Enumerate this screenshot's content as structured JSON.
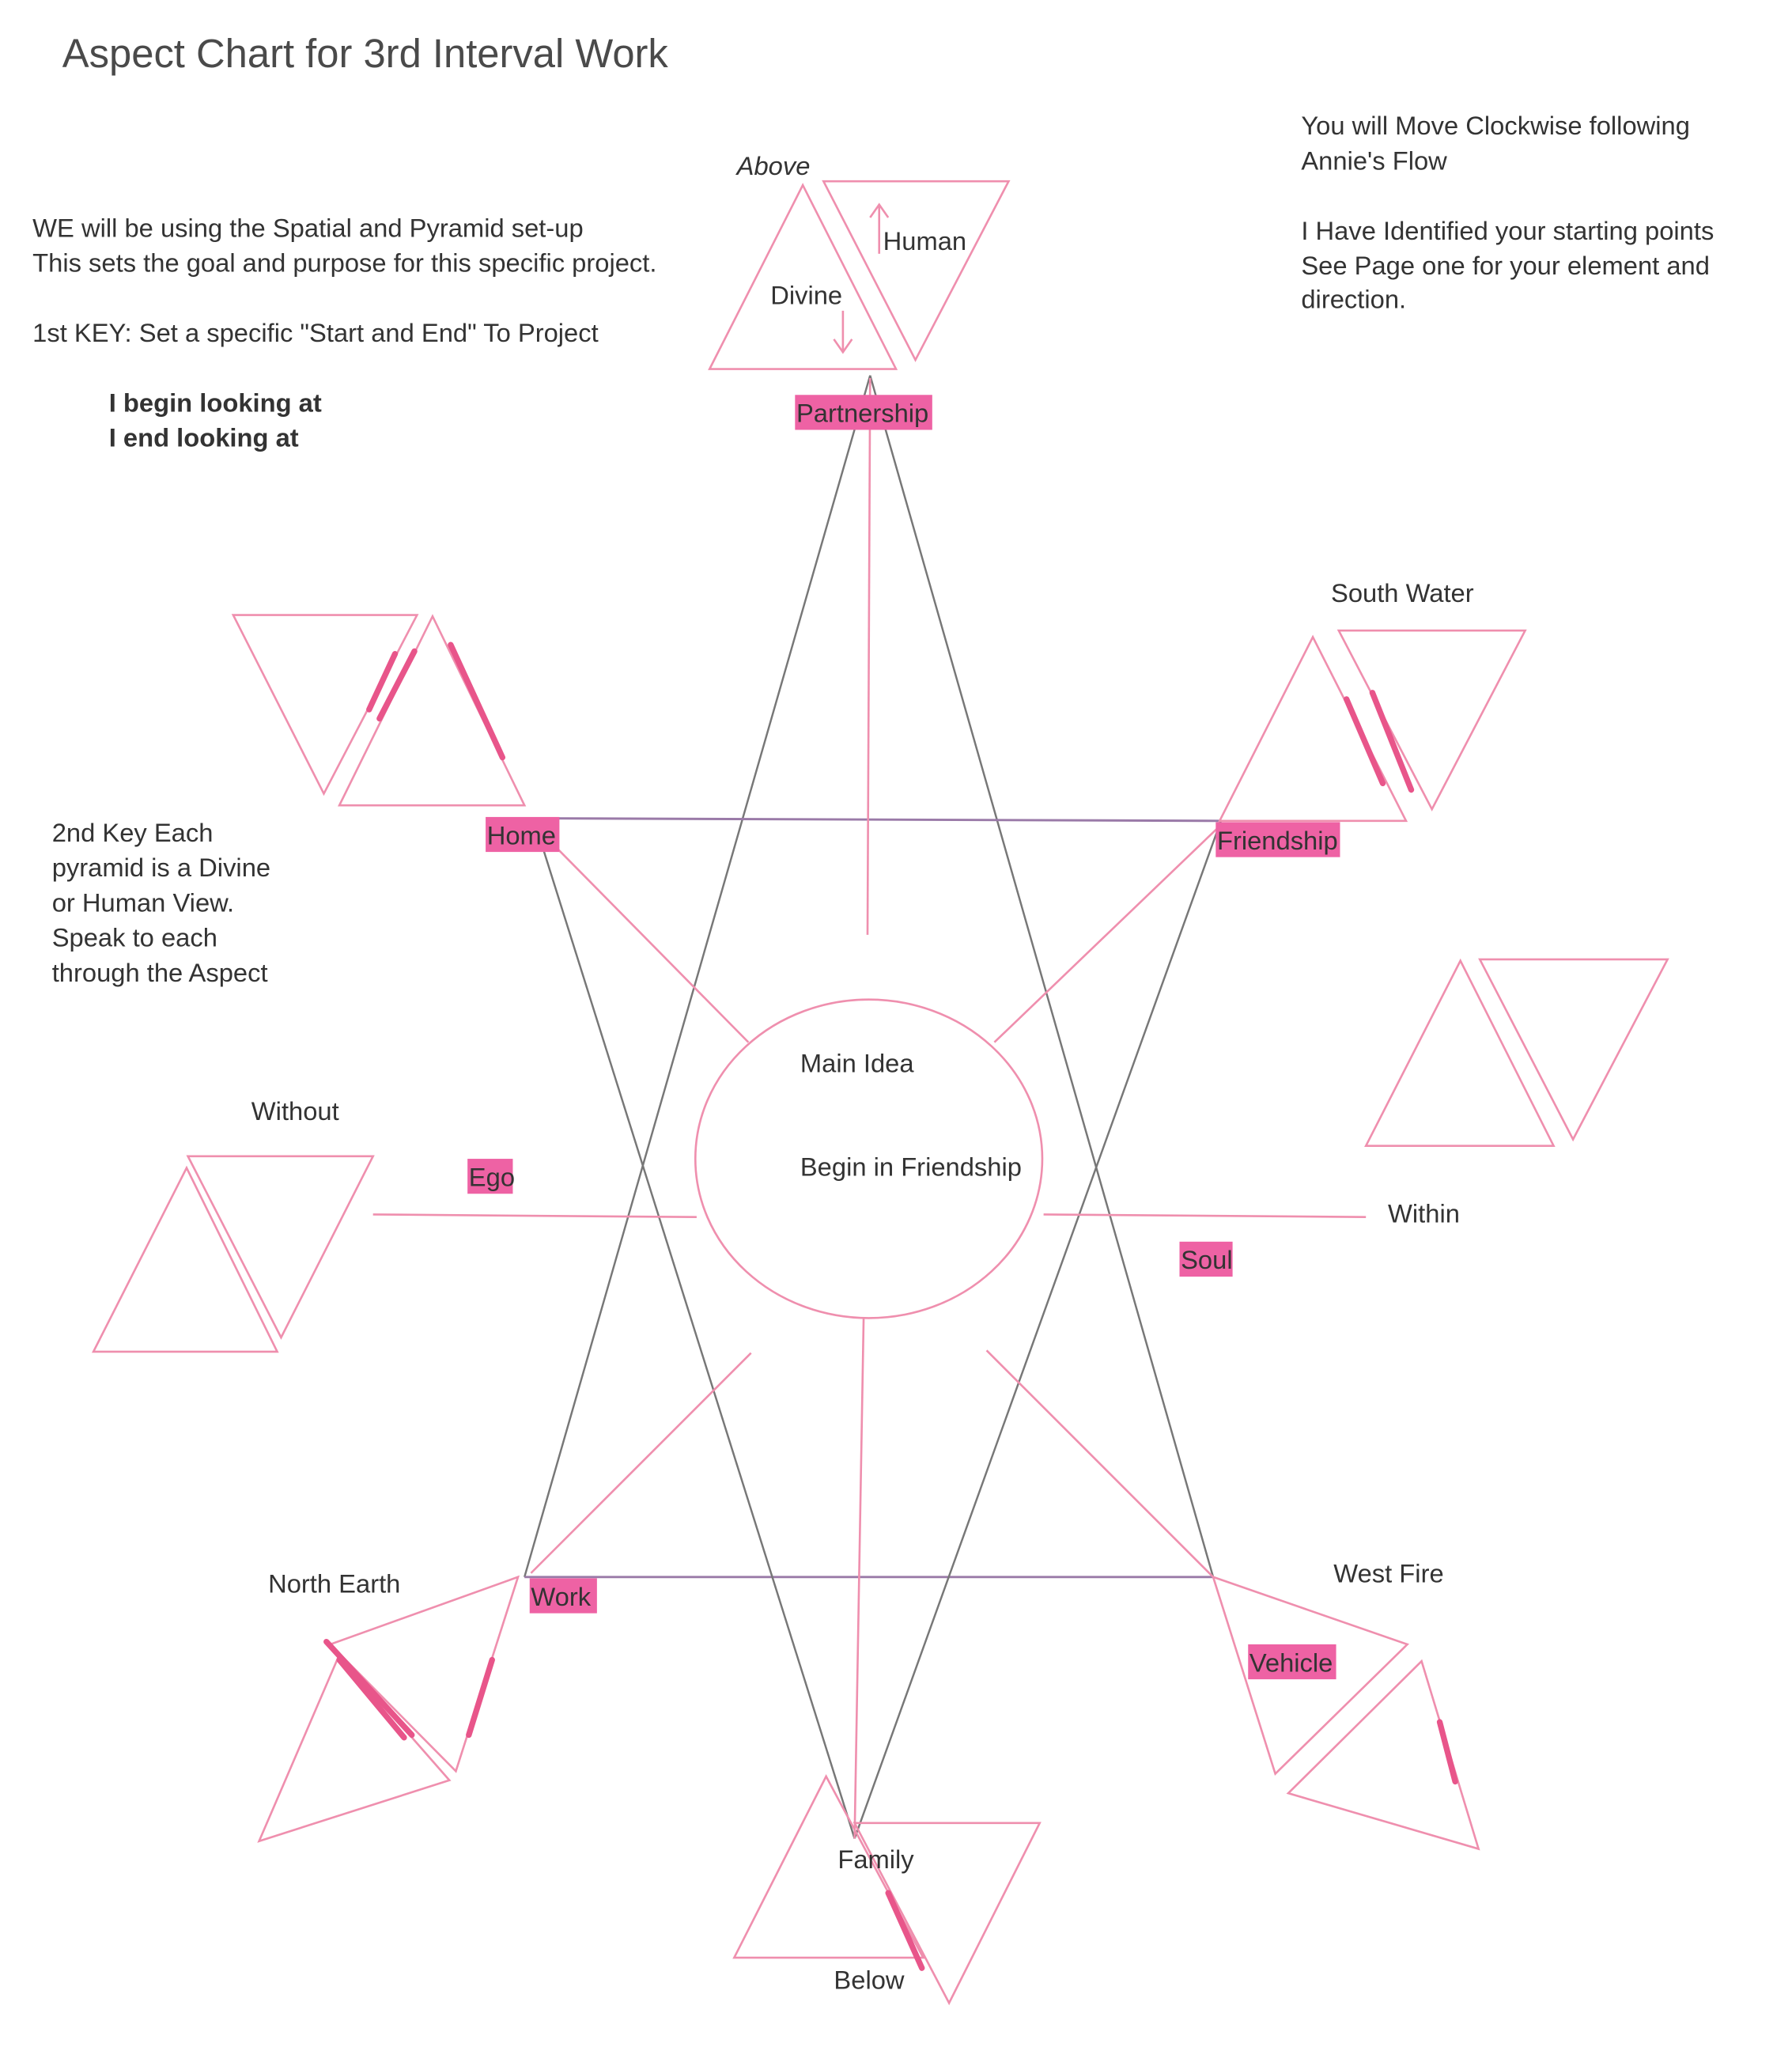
{
  "title": "Aspect Chart for 3rd Interval Work",
  "left_notes": {
    "line1": "WE will be using the Spatial and Pyramid set-up",
    "line2": "This sets the goal and purpose for this specific project.",
    "line3": "1st KEY:  Set a specific  \"Start and End\" To Project",
    "begin": "I begin looking at",
    "end": "I end looking at"
  },
  "right_notes": {
    "line1": "You will Move Clockwise following",
    "line2": "Annie's Flow",
    "line3": "I Have Identified your starting points",
    "line4": "See Page one for your element and",
    "line5": "direction."
  },
  "second_key": [
    "2nd Key  Each",
    "pyramid is a Divine",
    "or Human View.",
    "Speak to each",
    "through the Aspect"
  ],
  "center": {
    "main": "Main Idea",
    "sub": "Begin in Friendship"
  },
  "directions": {
    "above": "Above",
    "human": "Human",
    "divine": "Divine",
    "south_water": "South Water",
    "without": "Without",
    "within": "Within",
    "north_earth": "North Earth",
    "west_fire": "West Fire",
    "below": "Below",
    "family": "Family"
  },
  "aspects": {
    "partnership": "Partnership",
    "home": "Home",
    "friendship": "Friendship",
    "ego": "Ego",
    "soul": "Soul",
    "work": "Work",
    "vehicle": "Vehicle"
  },
  "colors": {
    "highlight": "#ee62a4",
    "line_pink": "#ef8fae",
    "line_gray": "#777777"
  }
}
